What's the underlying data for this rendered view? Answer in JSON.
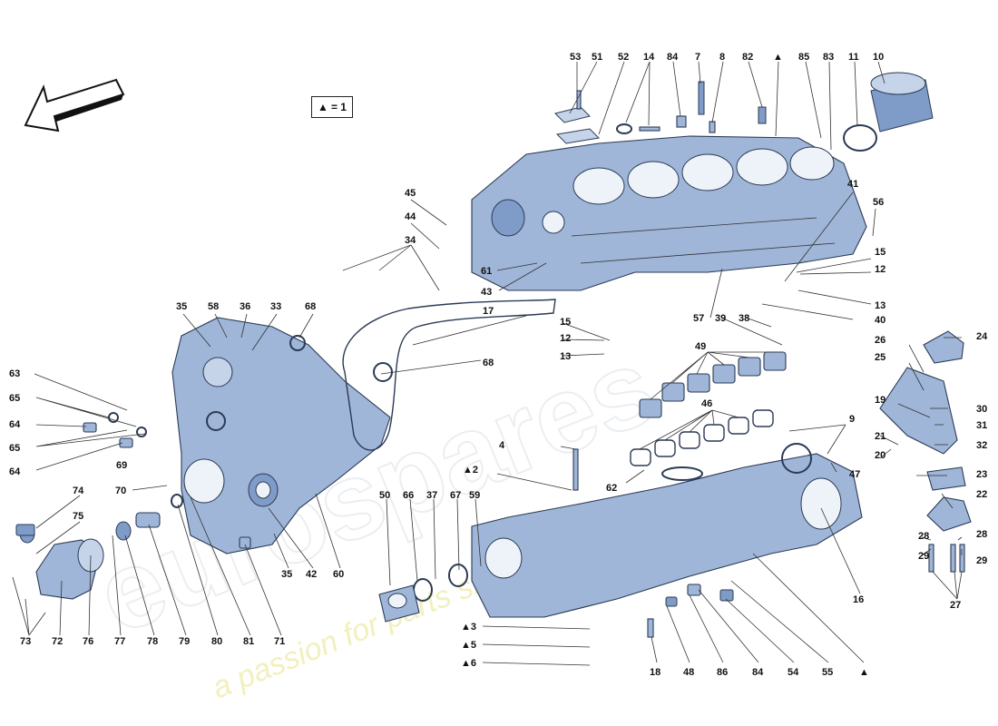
{
  "legend": {
    "symbol": "▲",
    "value": "= 1"
  },
  "watermark": {
    "logo_text": "eurospares",
    "slogan": "a passion for parts since 1985"
  },
  "callouts": [
    {
      "id": "c53",
      "label": "53"
    },
    {
      "id": "c51",
      "label": "51"
    },
    {
      "id": "c52",
      "label": "52"
    },
    {
      "id": "c14",
      "label": "14"
    },
    {
      "id": "c84a",
      "label": "84"
    },
    {
      "id": "c7",
      "label": "7"
    },
    {
      "id": "c8",
      "label": "8"
    },
    {
      "id": "c82",
      "label": "82"
    },
    {
      "id": "ctri_top",
      "label": "▲"
    },
    {
      "id": "c85",
      "label": "85"
    },
    {
      "id": "c83",
      "label": "83"
    },
    {
      "id": "c11",
      "label": "11"
    },
    {
      "id": "c10",
      "label": "10"
    },
    {
      "id": "c45",
      "label": "45"
    },
    {
      "id": "c44",
      "label": "44"
    },
    {
      "id": "c34",
      "label": "34"
    },
    {
      "id": "c41",
      "label": "41"
    },
    {
      "id": "c56",
      "label": "56"
    },
    {
      "id": "c15a",
      "label": "15"
    },
    {
      "id": "c12a",
      "label": "12"
    },
    {
      "id": "c61",
      "label": "61"
    },
    {
      "id": "c43",
      "label": "43"
    },
    {
      "id": "c13a",
      "label": "13"
    },
    {
      "id": "c57",
      "label": "57"
    },
    {
      "id": "c39",
      "label": "39"
    },
    {
      "id": "c38",
      "label": "38"
    },
    {
      "id": "c40",
      "label": "40"
    },
    {
      "id": "c35a",
      "label": "35"
    },
    {
      "id": "c58",
      "label": "58"
    },
    {
      "id": "c36",
      "label": "36"
    },
    {
      "id": "c33",
      "label": "33"
    },
    {
      "id": "c68a",
      "label": "68"
    },
    {
      "id": "c17",
      "label": "17"
    },
    {
      "id": "c15b",
      "label": "15"
    },
    {
      "id": "c12b",
      "label": "12"
    },
    {
      "id": "c13b",
      "label": "13"
    },
    {
      "id": "c49",
      "label": "49"
    },
    {
      "id": "c24",
      "label": "24"
    },
    {
      "id": "c26",
      "label": "26"
    },
    {
      "id": "c25",
      "label": "25"
    },
    {
      "id": "c63",
      "label": "63"
    },
    {
      "id": "c68b",
      "label": "68"
    },
    {
      "id": "c65a",
      "label": "65"
    },
    {
      "id": "c64a",
      "label": "64"
    },
    {
      "id": "c65b",
      "label": "65"
    },
    {
      "id": "c64b",
      "label": "64"
    },
    {
      "id": "c69",
      "label": "69"
    },
    {
      "id": "c46",
      "label": "46"
    },
    {
      "id": "c9",
      "label": "9"
    },
    {
      "id": "c19",
      "label": "19"
    },
    {
      "id": "c30",
      "label": "30"
    },
    {
      "id": "c31",
      "label": "31"
    },
    {
      "id": "c21",
      "label": "21"
    },
    {
      "id": "c32",
      "label": "32"
    },
    {
      "id": "c20",
      "label": "20"
    },
    {
      "id": "c4",
      "label": "4"
    },
    {
      "id": "c2",
      "label": "▲2"
    },
    {
      "id": "c62",
      "label": "62"
    },
    {
      "id": "c47",
      "label": "47"
    },
    {
      "id": "c23",
      "label": "23"
    },
    {
      "id": "c22",
      "label": "22"
    },
    {
      "id": "c74",
      "label": "74"
    },
    {
      "id": "c70",
      "label": "70"
    },
    {
      "id": "c50",
      "label": "50"
    },
    {
      "id": "c66",
      "label": "66"
    },
    {
      "id": "c37",
      "label": "37"
    },
    {
      "id": "c67",
      "label": "67"
    },
    {
      "id": "c59",
      "label": "59"
    },
    {
      "id": "c75",
      "label": "75"
    },
    {
      "id": "c28a",
      "label": "28"
    },
    {
      "id": "c28b",
      "label": "28"
    },
    {
      "id": "c29a",
      "label": "29"
    },
    {
      "id": "c29b",
      "label": "29"
    },
    {
      "id": "c35b",
      "label": "35"
    },
    {
      "id": "c42",
      "label": "42"
    },
    {
      "id": "c60",
      "label": "60"
    },
    {
      "id": "c27",
      "label": "27"
    },
    {
      "id": "c16",
      "label": "16"
    },
    {
      "id": "c3",
      "label": "▲3"
    },
    {
      "id": "c5",
      "label": "▲5"
    },
    {
      "id": "c6",
      "label": "▲6"
    },
    {
      "id": "c73",
      "label": "73"
    },
    {
      "id": "c72",
      "label": "72"
    },
    {
      "id": "c76",
      "label": "76"
    },
    {
      "id": "c77",
      "label": "77"
    },
    {
      "id": "c78",
      "label": "78"
    },
    {
      "id": "c79",
      "label": "79"
    },
    {
      "id": "c80",
      "label": "80"
    },
    {
      "id": "c81",
      "label": "81"
    },
    {
      "id": "c71",
      "label": "71"
    },
    {
      "id": "c18",
      "label": "18"
    },
    {
      "id": "c48",
      "label": "48"
    },
    {
      "id": "c86",
      "label": "86"
    },
    {
      "id": "c84b",
      "label": "84"
    },
    {
      "id": "c54",
      "label": "54"
    },
    {
      "id": "c55",
      "label": "55"
    },
    {
      "id": "ctri_bot",
      "label": "▲"
    }
  ]
}
